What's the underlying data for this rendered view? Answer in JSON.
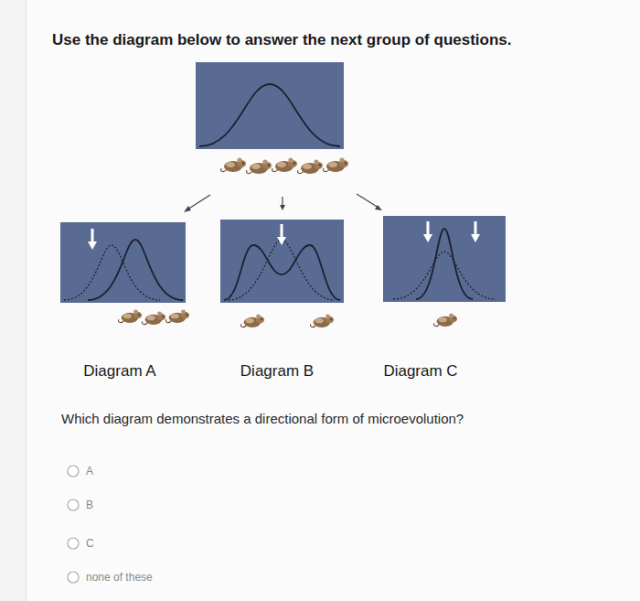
{
  "diagram": {
    "title": "Use the diagram below to answer the next group of questions.",
    "labels": [
      "Diagram A",
      "Diagram B",
      "Diagram C",
      "Which diagram demonstrates a directional form of microevolution?",
      "A",
      "B",
      "C",
      "none of these"
    ]
  }
}
